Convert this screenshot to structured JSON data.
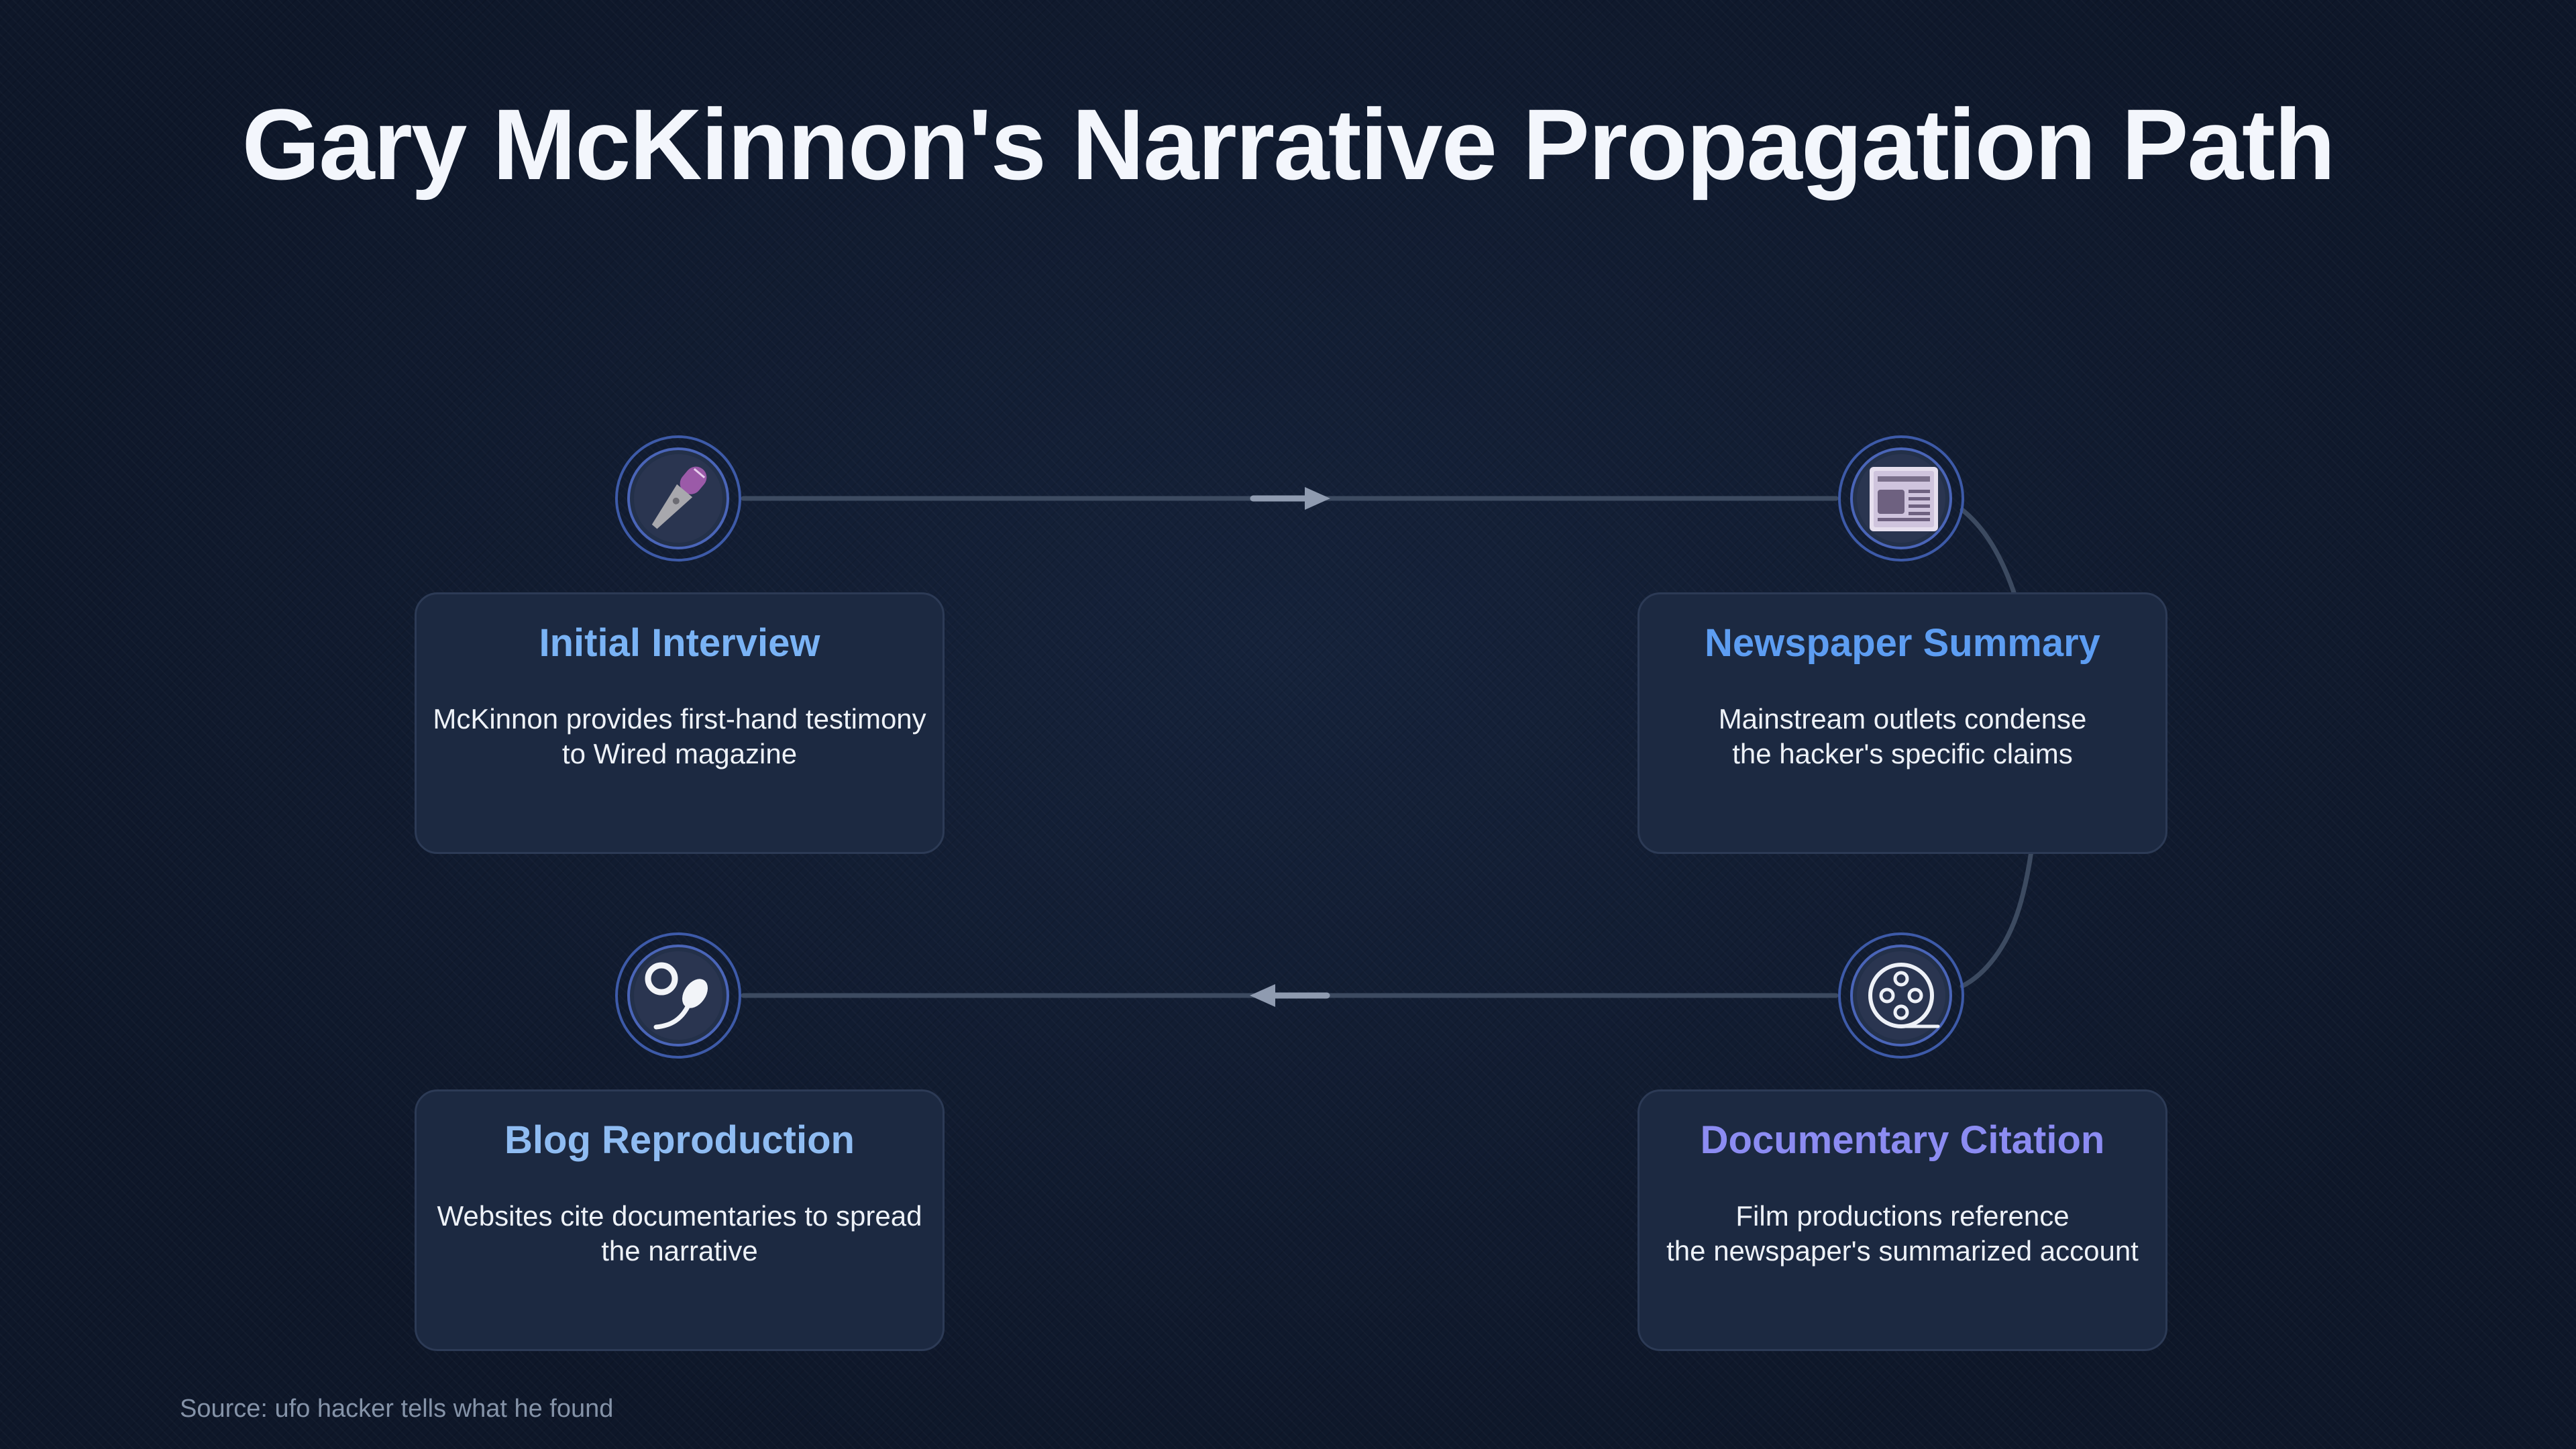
{
  "title": "Gary McKinnon's Narrative Propagation Path",
  "colors": {
    "background": "#101a2e",
    "card": "#1c2941",
    "connector": "#3c4a60",
    "arrow": "#8f9bb0",
    "interview_title": "#7ab3f5",
    "newspaper_title": "#5d9df2",
    "documentary_title": "#8c8cf2",
    "blog_title": "#8fbcf2"
  },
  "stages": [
    {
      "title": "Initial Interview",
      "description": "McKinnon provides first-hand testimony\nto Wired magazine",
      "icon": "microphone-icon"
    },
    {
      "title": "Newspaper Summary",
      "description": "Mainstream outlets condense\nthe hacker's specific claims",
      "icon": "newspaper-icon"
    },
    {
      "title": "Documentary Citation",
      "description": "Film productions reference\nthe newspaper's summarized account",
      "icon": "film-reel-icon"
    },
    {
      "title": "Blog Reproduction",
      "description": "Websites cite documentaries to spread\nthe narrative",
      "icon": "blog-quill-icon"
    }
  ],
  "source": "Source: ufo hacker tells what he found"
}
